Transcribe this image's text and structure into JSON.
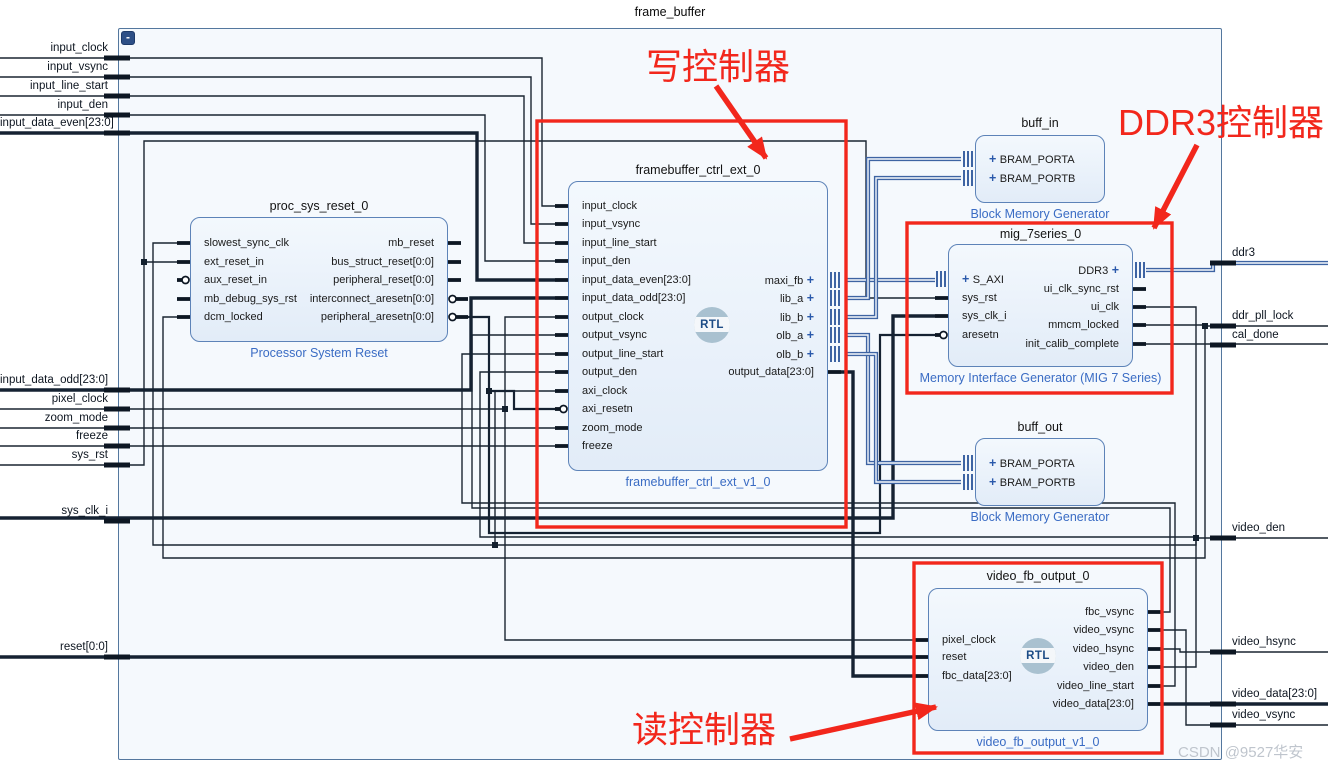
{
  "diagram_title": "frame_buffer",
  "collapse_button_glyph": "-",
  "watermark": {
    "brand": "CSDN",
    "user": "@9527华安"
  },
  "annotations": {
    "write_controller": "写控制器",
    "ddr3_controller": "DDR3控制器",
    "read_controller": "读控制器"
  },
  "external_ports": {
    "left": [
      "input_clock",
      "input_vsync",
      "input_line_start",
      "input_den",
      "input_data_even[23:0]",
      "input_data_odd[23:0]",
      "pixel_clock",
      "zoom_mode",
      "freeze",
      "sys_rst",
      "sys_clk_i",
      "reset[0:0]"
    ],
    "right": [
      "ddr3",
      "ddr_pll_lock",
      "cal_done",
      "video_den",
      "video_hsync",
      "video_data[23:0]",
      "video_vsync"
    ]
  },
  "blocks": {
    "proc_sys_reset_0": {
      "instance": "proc_sys_reset_0",
      "type": "Processor System Reset",
      "inputs": [
        "slowest_sync_clk",
        "ext_reset_in",
        "aux_reset_in",
        "mb_debug_sys_rst",
        "dcm_locked"
      ],
      "outputs": [
        "mb_reset",
        "bus_struct_reset[0:0]",
        "peripheral_reset[0:0]",
        "interconnect_aresetn[0:0]",
        "peripheral_aresetn[0:0]"
      ]
    },
    "framebuffer_ctrl_ext_0": {
      "instance": "framebuffer_ctrl_ext_0",
      "type": "framebuffer_ctrl_ext_v1_0",
      "logo": "RTL",
      "inputs": [
        "input_clock",
        "input_vsync",
        "input_line_start",
        "input_den",
        "input_data_even[23:0]",
        "input_data_odd[23:0]",
        "output_clock",
        "output_vsync",
        "output_line_start",
        "output_den",
        "axi_clock",
        "axi_resetn",
        "zoom_mode",
        "freeze"
      ],
      "outputs": [
        "maxi_fb",
        "lib_a",
        "lib_b",
        "olb_a",
        "olb_b",
        "output_data[23:0]"
      ]
    },
    "buff_in": {
      "instance": "buff_in",
      "type": "Block Memory Generator",
      "inputs": [
        "BRAM_PORTA",
        "BRAM_PORTB"
      ],
      "outputs": []
    },
    "mig_7series_0": {
      "instance": "mig_7series_0",
      "type": "Memory Interface Generator (MIG 7 Series)",
      "inputs": [
        "S_AXI",
        "sys_rst",
        "sys_clk_i",
        "aresetn"
      ],
      "outputs": [
        "DDR3",
        "ui_clk_sync_rst",
        "ui_clk",
        "mmcm_locked",
        "init_calib_complete"
      ]
    },
    "buff_out": {
      "instance": "buff_out",
      "type": "Block Memory Generator",
      "inputs": [
        "BRAM_PORTA",
        "BRAM_PORTB"
      ],
      "outputs": []
    },
    "video_fb_output_0": {
      "instance": "video_fb_output_0",
      "type": "video_fb_output_v1_0",
      "logo": "RTL",
      "inputs": [
        "pixel_clock",
        "reset",
        "fbc_data[23:0]"
      ],
      "outputs": [
        "fbc_vsync",
        "video_vsync",
        "video_hsync",
        "video_den",
        "video_line_start",
        "video_data[23:0]"
      ]
    }
  }
}
